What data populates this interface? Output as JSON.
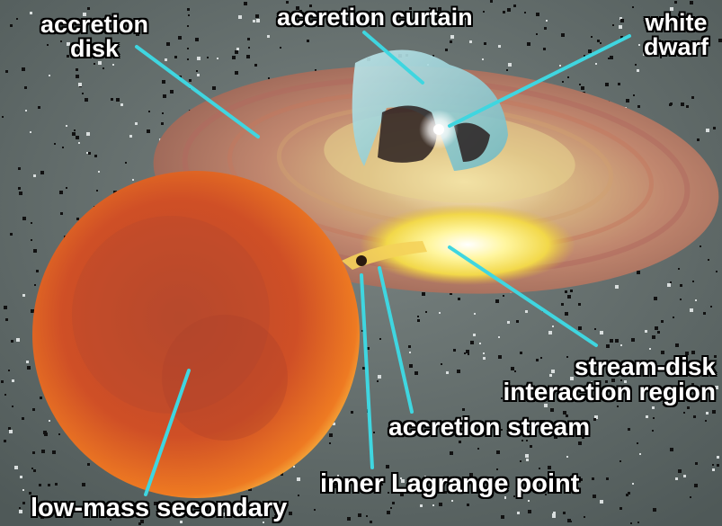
{
  "labels": {
    "accretion_disk": [
      "accretion",
      "disk"
    ],
    "accretion_curtain": "accretion curtain",
    "white_dwarf": [
      "white",
      "dwarf"
    ],
    "stream_disk_region": [
      "stream-disk",
      "interaction region"
    ],
    "accretion_stream": "accretion stream",
    "inner_lagrange_point": "inner Lagrange point",
    "low_mass_secondary": "low-mass secondary"
  },
  "colors": {
    "background": "#5f6a69",
    "pointer_lines": "#3fd6e0",
    "secondary_star": "#c8452a",
    "disk_outer": "#b9806a",
    "disk_inner": "#d8c07a",
    "hotspot": "#fff6a0",
    "curtain": "#8fd0d6",
    "white_dwarf": "#ffffff"
  }
}
